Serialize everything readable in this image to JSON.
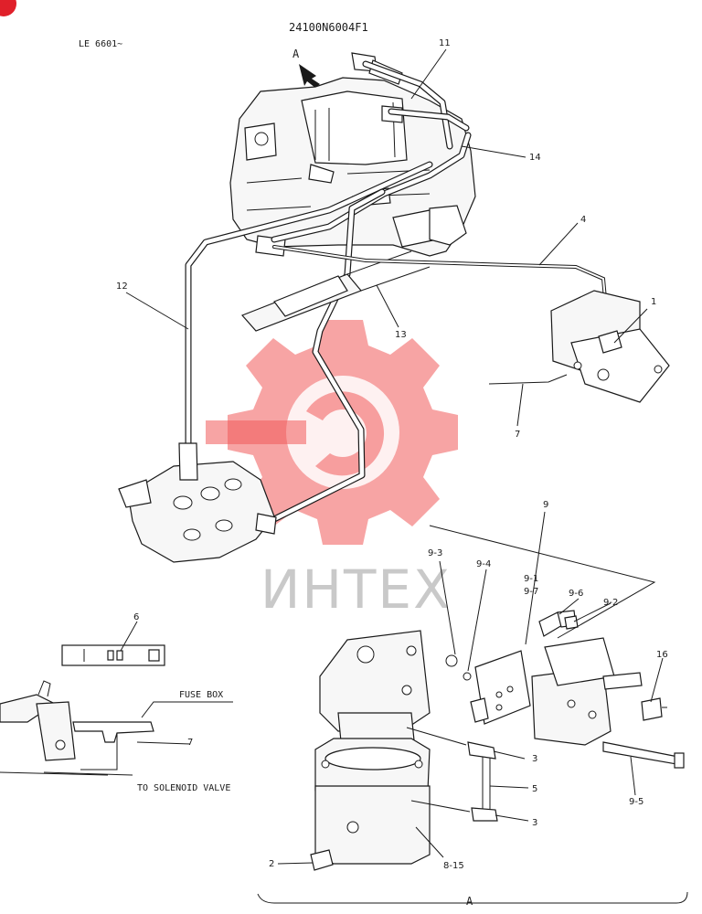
{
  "header": {
    "part_number": "24100N6004F1",
    "serial_range": "LE 6601~"
  },
  "view_marker": "A",
  "callouts": {
    "c1": "1",
    "c2": "2",
    "c3a": "3",
    "c3b": "3",
    "c4": "4",
    "c5": "5",
    "c6": "6",
    "c7a": "7",
    "c7b": "7",
    "c9": "9",
    "c9_1": "9-1",
    "c9_2": "9-2",
    "c9_3": "9-3",
    "c9_4": "9-4",
    "c9_5": "9-5",
    "c9_6": "9-6",
    "c9_7": "9-7",
    "c11": "11",
    "c12": "12",
    "c13": "13",
    "c14": "14",
    "c16": "16",
    "c8_15": "8-15"
  },
  "notes": {
    "fuse_box": "FUSE BOX",
    "solenoid": "TO SOLENOID VALVE"
  },
  "watermark": {
    "text": "ИНТЕХ",
    "color": "#f05a5a"
  },
  "badge_color": "#e0202a"
}
